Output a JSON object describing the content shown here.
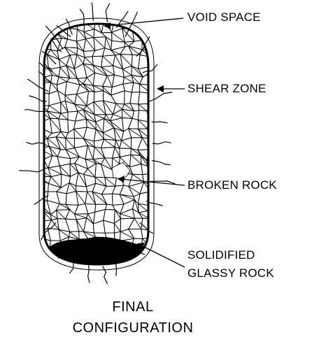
{
  "labels": {
    "void_space": "VOID SPACE",
    "shear_zone": "SHEAR ZONE",
    "broken_rock": "BROKEN ROCK",
    "solidified_line1": "SOLIDIFIED",
    "solidified_line2": "GLASSY ROCK"
  },
  "caption": {
    "line1": "FINAL",
    "line2": "CONFIGURATION"
  },
  "colors": {
    "ink": "#000000",
    "background": "#ffffff"
  }
}
